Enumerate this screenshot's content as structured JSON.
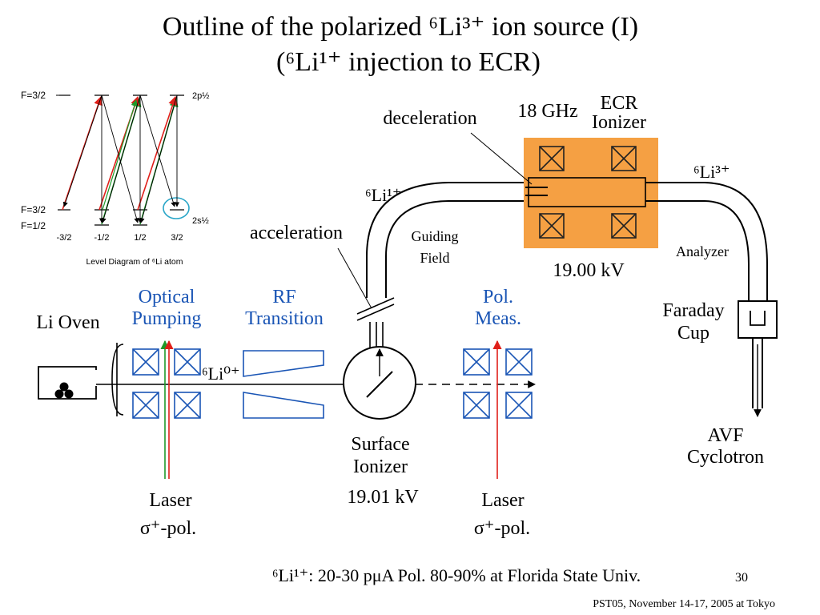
{
  "slide": {
    "title_line1": "Outline of the polarized ⁶Li³⁺ ion source (I)",
    "title_line2": "(⁶Li¹⁺ injection to ECR)",
    "page_number": "30",
    "footer": "PST05, November 14-17, 2005 at Tokyo",
    "summary": "⁶Li¹⁺: 20-30 pμA Pol. 80-90% at Florida State Univ."
  },
  "level_diagram": {
    "caption": "Level Diagram of ⁶Li atom",
    "upper_F": "F=3/2",
    "upper_state": "2p½",
    "lower_F1": "F=3/2",
    "lower_F2": "F=1/2",
    "lower_state": "2s½",
    "m_labels": [
      "-3/2",
      "-1/2",
      "1/2",
      "3/2"
    ]
  },
  "apparatus": {
    "li_oven": "Li Oven",
    "optical_pumping_1": "Optical",
    "optical_pumping_2": "Pumping",
    "rf_transition_1": "RF",
    "rf_transition_2": "Transition",
    "pol_meas_1": "Pol.",
    "pol_meas_2": "Meas.",
    "li0_beam": "⁶Li⁰⁺",
    "surface_ionizer_1": "Surface",
    "surface_ionizer_2": "Ionizer",
    "surface_voltage": "19.01 kV",
    "laser_left_1": "Laser",
    "laser_left_2": "σ⁺-pol.",
    "laser_right_1": "Laser",
    "laser_right_2": "σ⁺-pol.",
    "acceleration": "acceleration",
    "deceleration": "deceleration",
    "li1_label": "⁶Li¹⁺",
    "guiding_field_1": "Guiding",
    "guiding_field_2": "Field",
    "ecr_freq": "18 GHz",
    "ecr_ionizer_1": "ECR",
    "ecr_ionizer_2": "Ionizer",
    "ecr_voltage": "19.00 kV",
    "li3_label": "⁶Li³⁺",
    "analyzer": "Analyzer",
    "faraday_cup_1": "Faraday",
    "faraday_cup_2": "Cup",
    "avf_1": "AVF",
    "avf_2": "Cyclotron"
  },
  "colors": {
    "accent_blue": "#1a55b5",
    "ecr_orange": "#f5a043",
    "laser_red": "#e0201a",
    "laser_green": "#1f9a2a",
    "highlight_cyan": "#2aa6c8"
  }
}
